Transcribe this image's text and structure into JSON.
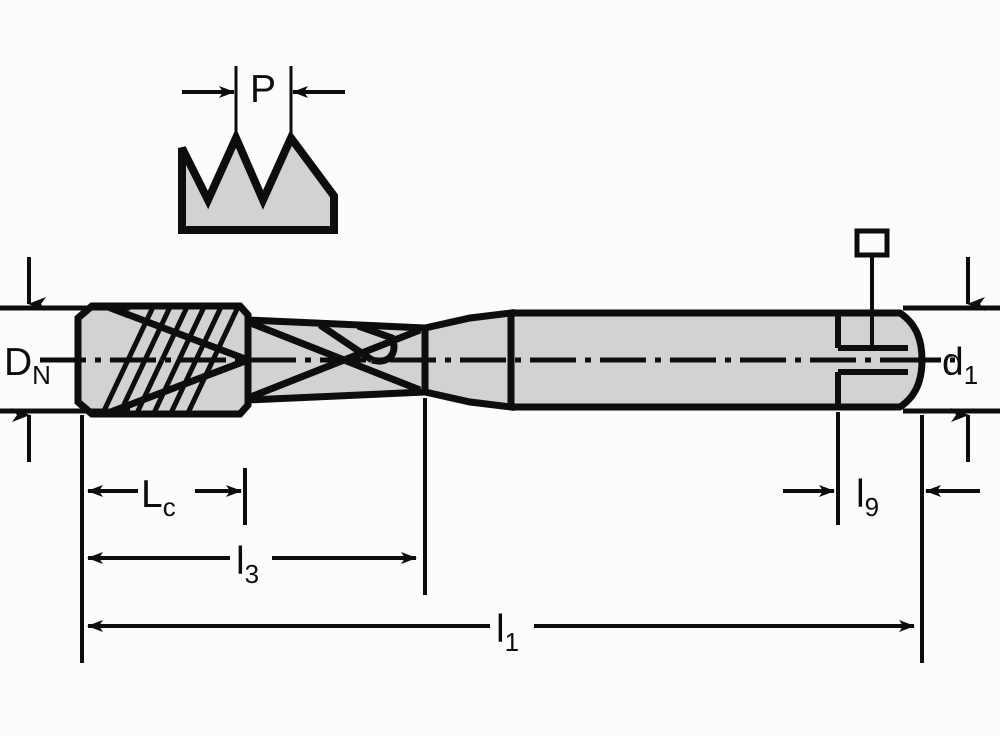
{
  "drawing": {
    "title": "Machine tap dimensional drawing",
    "type": "engineering-section-view",
    "background_color": "#fcfcfc",
    "line_color": "#0d0d0d",
    "fill_color": "#d2d2d2",
    "labels": {
      "pitch": {
        "base": "P",
        "sub": ""
      },
      "nominal_diameter": {
        "base": "D",
        "sub": "N"
      },
      "shank_diameter": {
        "base": "d",
        "sub": "1"
      },
      "chamfer_length": {
        "base": "L",
        "sub": "c"
      },
      "thread_length": {
        "base": "l",
        "sub": "3"
      },
      "square_length": {
        "base": "l",
        "sub": "9"
      },
      "overall_length": {
        "base": "l",
        "sub": "1"
      }
    },
    "symbols": {
      "square_drive": "square-symbol"
    },
    "detail_view": {
      "name": "thread-profile-detail",
      "dimension": "P",
      "description": "thread pitch profile"
    }
  }
}
